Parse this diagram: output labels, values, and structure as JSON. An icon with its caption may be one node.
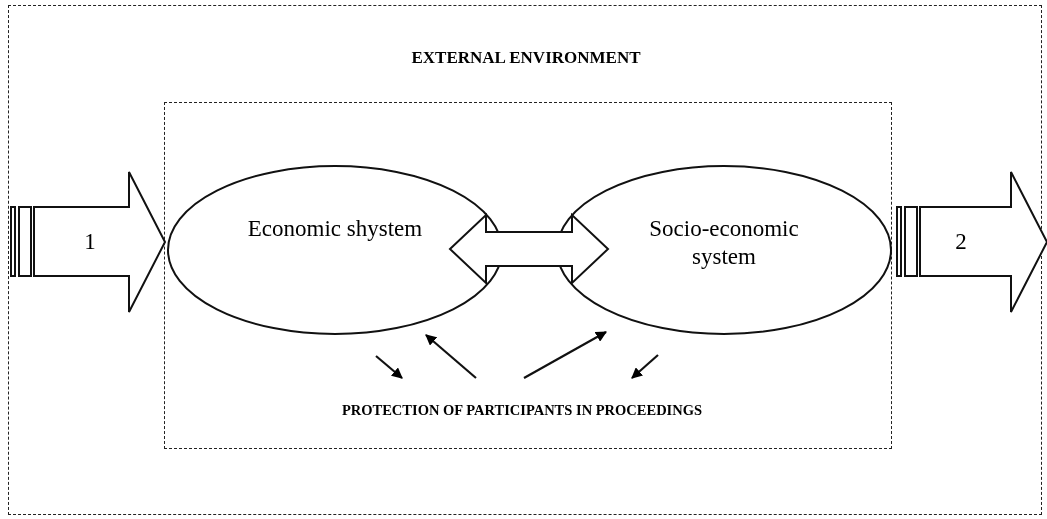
{
  "diagram": {
    "nodes": [
      {
        "text": [
          "EXTERNAL ENVIRONMENT"
        ]
      },
      {
        "text": [],
        "shape": "box",
        "in": 0
      },
      {
        "text": [
          "Economic shystem"
        ],
        "in": 1
      },
      {
        "text": [
          "Socio-economic system"
        ],
        "in": 1
      },
      {
        "text": [
          "PROTECTION OF PARTICIPANTS IN PROCEEDINGS"
        ],
        "in": 1
      },
      {
        "text": [
          "1"
        ],
        "in": 0
      },
      {
        "text": [
          "2"
        ],
        "in": 0
      }
    ],
    "edges": [
      {
        "from": 2,
        "to": 3,
        "arrow": "both",
        "style": "thick"
      },
      {
        "from": 2,
        "to": 4,
        "arrow": "to"
      },
      {
        "from": 4,
        "to": 2,
        "arrow": "to"
      },
      {
        "from": 4,
        "to": 3,
        "arrow": "to"
      },
      {
        "from": 3,
        "to": 4,
        "arrow": "to"
      }
    ]
  }
}
